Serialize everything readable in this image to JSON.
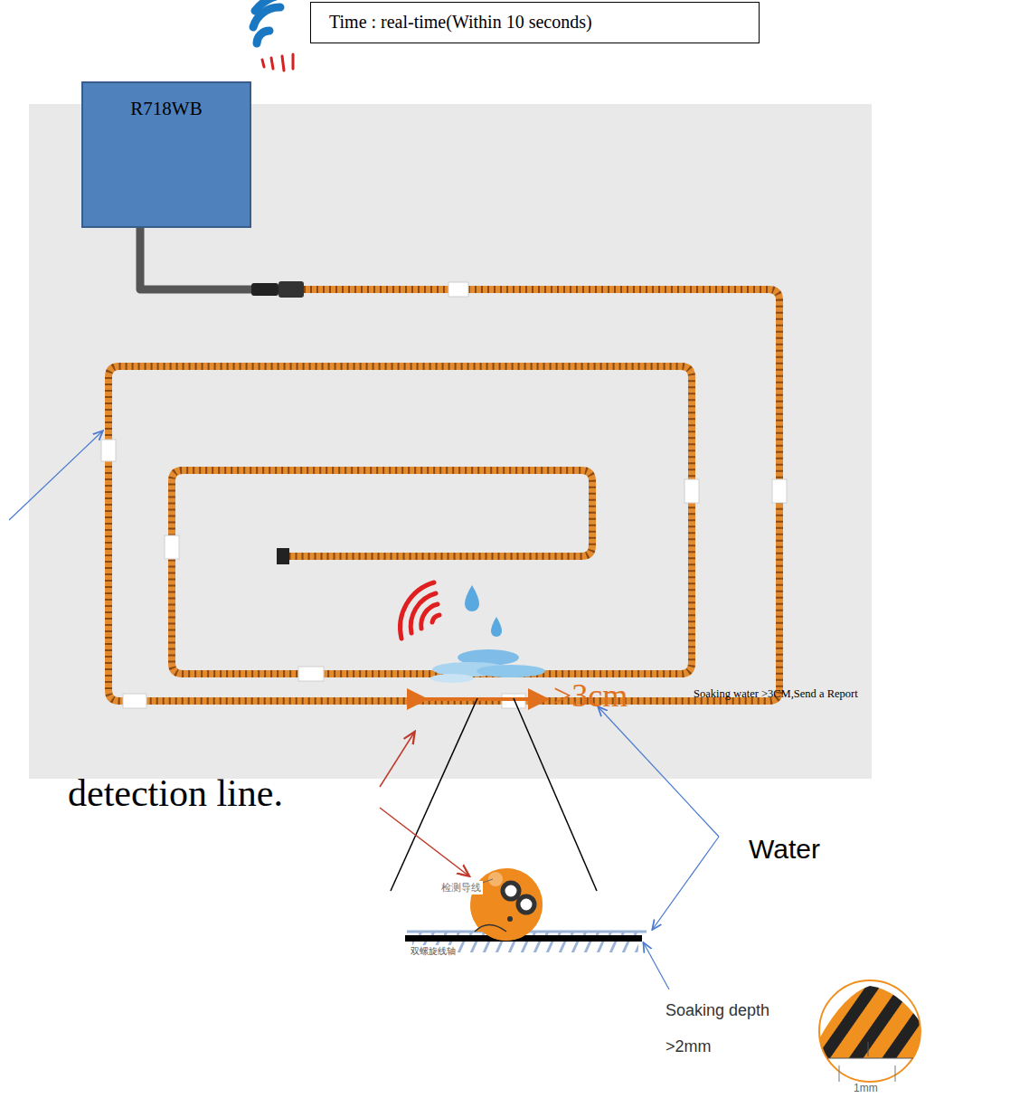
{
  "diagram": {
    "nodes": [
      {
        "text": [
          "Time : real-time(Within 10 seconds)"
        ]
      },
      {
        "text": [
          "R718WB"
        ]
      }
    ],
    "labels": [
      ">3cm",
      "Soaking water >3CM,Send a Report",
      "detection line.",
      "检测导线",
      "Water",
      "双螺旋线轴",
      "Soaking depth >2mm",
      "1mm"
    ]
  }
}
